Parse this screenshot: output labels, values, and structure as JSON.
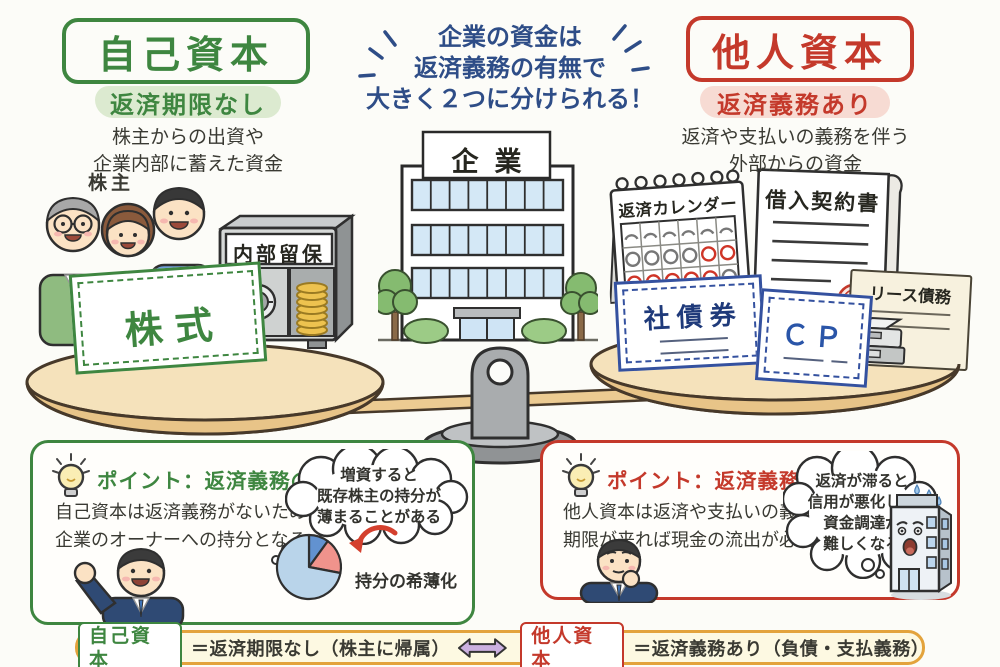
{
  "colors": {
    "green": "#3e8640",
    "green_light": "#dcead0",
    "red": "#c4392b",
    "red_light": "#f7dbd3",
    "blue": "#2e4d87",
    "text_dark": "#3a3a33",
    "wood": "#f5e2bb",
    "wood_dark": "#e8c488",
    "orange": "#e3a33c",
    "cream": "#fdf9e2",
    "purple": "#cbb0e0"
  },
  "left_header": {
    "title": "自己資本",
    "badge": "返済期限なし",
    "description": [
      "株主からの出資や",
      "企業内部に蓄えた資金"
    ]
  },
  "center_note": {
    "lines": [
      "企業の資金は",
      "返済義務の有無で",
      "大きく２つに分けられる！"
    ]
  },
  "right_header": {
    "title": "他人資本",
    "badge": "返済義務あり",
    "description": [
      "返済や支払いの義務を伴う",
      "外部からの資金"
    ]
  },
  "left_pan": {
    "shareholders_label": "株主",
    "stock_certificate": "株式",
    "safe_plate": "内部留保"
  },
  "building": {
    "sign": "企業"
  },
  "right_pan": {
    "calendar_title": "返済カレンダー",
    "calendar_marks": [
      [
        "arc",
        "arc",
        "arc",
        "arc",
        "arc",
        "arc"
      ],
      [
        "gray",
        "gray",
        "gray",
        "gray",
        "red",
        "red"
      ],
      [
        "red",
        "red",
        "red",
        "red",
        "red",
        "gray"
      ]
    ],
    "contract_title": "借入契約書",
    "bond_title": "社債券",
    "cp_title": "ＣＰ",
    "lease_title": "リース債務"
  },
  "point_left": {
    "heading": "ポイント：返済義務の有無",
    "body": [
      "自己資本は返済義務がないため、",
      "企業のオーナーへの持分となる。"
    ],
    "bubble": [
      "増資すると",
      "既存株主の持分が",
      "薄まることがある"
    ],
    "pie_label": "持分の希薄化",
    "pie": {
      "slices": [
        {
          "pct": 10,
          "color": "#6292d0"
        },
        {
          "pct": 18,
          "color": "#f0938c"
        },
        {
          "pct": 72,
          "color": "#b9d4ea"
        }
      ]
    }
  },
  "point_right": {
    "heading": "ポイント：返済義務の有無",
    "body": [
      "他人資本は返済や支払いの義務があり、",
      "期限が来れば現金の流出が必要。"
    ],
    "bubble": [
      "返済が滞ると",
      "信用が悪化し、",
      "資金調達が",
      "難しくなる"
    ]
  },
  "summary_bar": {
    "left_label": "自己資本",
    "left_text": "＝返済期限なし（株主に帰属）",
    "right_label": "他人資本",
    "right_text": "＝返済義務あり（負債・支払義務）"
  }
}
